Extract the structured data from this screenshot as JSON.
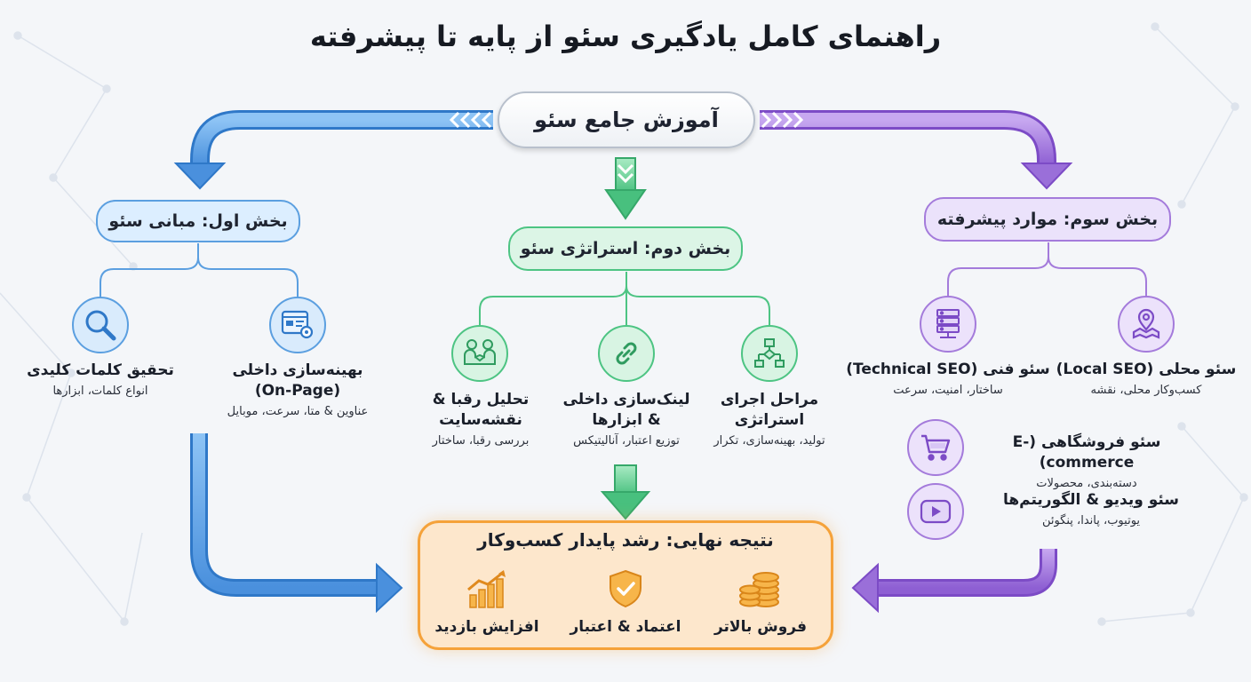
{
  "title": "راهنمای کامل یادگیری سئو از پایه تا پیشرفته",
  "center": {
    "label": "آموزش جامع سئو"
  },
  "section1": {
    "label": "بخش اول: مبانی سئو",
    "color": "#5b9fe0",
    "items": [
      {
        "title": "بهینه‌سازی داخلی",
        "title2": "(On-Page)",
        "sub": "عناوین & متا، سرعت، موبایل",
        "icon": "webpage-gear-icon"
      },
      {
        "title": "تحقیق کلمات کلیدی",
        "title2": "",
        "sub": "انواع کلمات، ابزارها",
        "icon": "magnifier-icon"
      }
    ]
  },
  "section2": {
    "label": "بخش دوم: استراتژی سئو",
    "color": "#4dc483",
    "items": [
      {
        "title": "مراحل اجرای",
        "title2": "استراتژی",
        "sub": "تولید، بهینه‌سازی، تکرار",
        "icon": "flowchart-icon"
      },
      {
        "title": "لینک‌سازی داخلی",
        "title2": "& ابزارها",
        "sub": "توزیع اعتبار، آنالیتیکس",
        "icon": "link-icon"
      },
      {
        "title": "تحلیل رقبا &",
        "title2": "نقشه‌سایت",
        "sub": "بررسی رقبا، ساختار",
        "icon": "handshake-icon"
      }
    ]
  },
  "section3": {
    "label": "بخش سوم: موارد پیشرفته",
    "color": "#a47bdb",
    "items": [
      {
        "title": "سئو محلی (Local SEO)",
        "sub": "کسب‌وکار محلی، نقشه",
        "icon": "map-pin-icon"
      },
      {
        "title": "سئو فنی (Technical SEO)",
        "sub": "ساختار، امنیت، سرعت",
        "icon": "server-icon"
      },
      {
        "title": "سئو فروشگاهی (E-commerce)",
        "sub": "دسته‌بندی، محصولات",
        "icon": "cart-icon"
      },
      {
        "title": "سئو ویدیو & الگوریتم‌ها",
        "sub": "یوتیوب، پاندا، پنگوئن",
        "icon": "play-icon"
      }
    ]
  },
  "result": {
    "title": "نتیجه نهایی: رشد پایدار کسب‌وکار",
    "color": "#f5a23a",
    "items": [
      {
        "label": "فروش بالاتر",
        "icon": "coins-icon"
      },
      {
        "label": "اعتماد & اعتبار",
        "icon": "shield-check-icon"
      },
      {
        "label": "افزایش بازدید",
        "icon": "growth-chart-icon"
      }
    ]
  }
}
